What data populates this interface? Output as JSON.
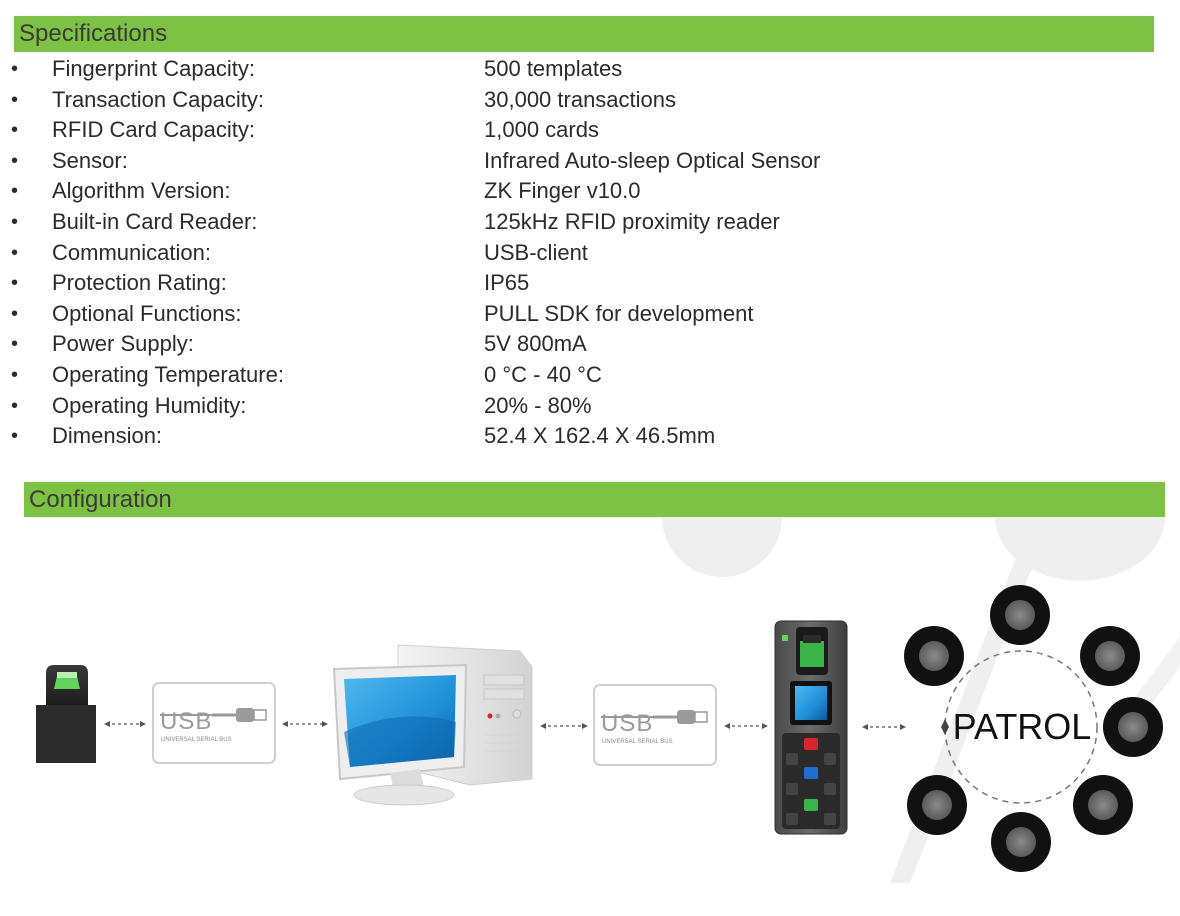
{
  "specifications": {
    "title": "Specifications",
    "bullet": "•",
    "items": [
      {
        "label": "Fingerprint Capacity:",
        "value": "500 templates"
      },
      {
        "label": "Transaction Capacity:",
        "value": "30,000 transactions"
      },
      {
        "label": "RFID Card Capacity:",
        "value": "1,000 cards"
      },
      {
        "label": "Sensor:",
        "value": "Infrared Auto-sleep Optical Sensor"
      },
      {
        "label": "Algorithm Version:",
        "value": "ZK Finger v10.0"
      },
      {
        "label": "Built-in Card Reader:",
        "value": "125kHz RFID proximity reader"
      },
      {
        "label": "Communication:",
        "value": "USB-client"
      },
      {
        "label": "Protection Rating:",
        "value": "IP65"
      },
      {
        "label": "Optional Functions:",
        "value": "PULL SDK for development"
      },
      {
        "label": "Power Supply:",
        "value": "5V 800mA"
      },
      {
        "label": "Operating Temperature:",
        "value": "0 °C - 40 °C"
      },
      {
        "label": "Operating Humidity:",
        "value": "20% - 80%"
      },
      {
        "label": "Dimension:",
        "value": "52.4 X 162.4 X 46.5mm"
      }
    ]
  },
  "configuration": {
    "title": "Configuration",
    "usb_logo": "USB",
    "usb_caption": "UNIVERSAL SERIAL BUS",
    "patrol_label": "PATROL"
  },
  "colors": {
    "section_bar": "#7dc242",
    "scanner_green": "#5fd35a",
    "monitor_blue": "#1d8fd8",
    "button_red": "#d9232d",
    "button_blue": "#1e6fd0",
    "button_green": "#39b54a"
  },
  "icons": [
    "fingerprint-scanner-icon",
    "usb-cable-icon",
    "desktop-computer-icon",
    "fingerprint-terminal-icon",
    "patrol-checkpoint-icon"
  ]
}
